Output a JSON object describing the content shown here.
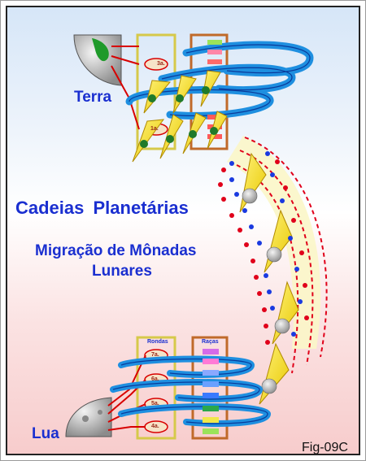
{
  "labels": {
    "terra": "Terra",
    "title": "Cadeias Planetárias",
    "subtitle_line1": "Migração de Mônadas",
    "subtitle_line2": "Lunares",
    "lua": "Lua",
    "figure_id": "Fig-09C",
    "rondas": "Rondas",
    "racas": "Raças"
  },
  "upper_rounds": [
    "3a.",
    "1a."
  ],
  "lower_rounds": [
    "7a.",
    "6a.",
    "5a.",
    "4a."
  ],
  "colors": {
    "text_blue": "#1a2fd0",
    "spiral_blue": "#1e8fe0",
    "globe_yellow": "#f6e600",
    "dot_red": "#e0001a",
    "dot_blue": "#1a3ae0",
    "connector_red": "#d80000",
    "box_yellow": "#d6c94a",
    "box_brown": "#c06a2a"
  }
}
